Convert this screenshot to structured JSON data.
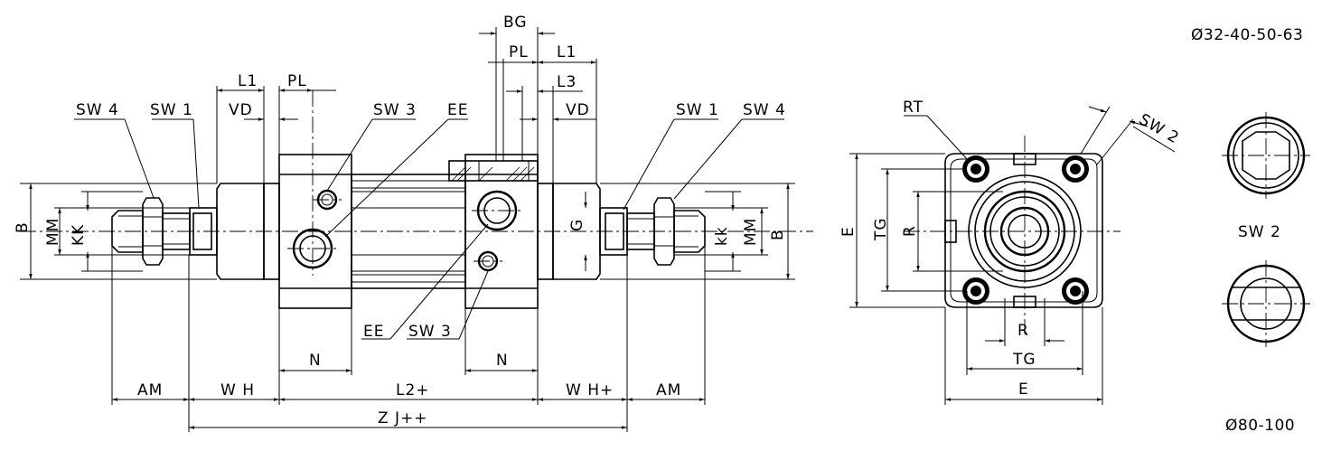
{
  "bore_sizes_top": "Ø32-40-50-63",
  "bore_sizes_bottom": "Ø80-100",
  "side_view": {
    "labels": {
      "BG": "BG",
      "PL_top": "PL",
      "L1_top": "L1",
      "L3": "L3",
      "VD_right": "VD",
      "L1_left": "L1",
      "PL_left": "PL",
      "VD_left": "VD",
      "SW4_left": "SW 4",
      "SW1_left": "SW 1",
      "SW3_top": "SW 3",
      "EE_top": "EE",
      "SW1_right": "SW 1",
      "SW4_right": "SW 4",
      "B_left": "B",
      "MM_left": "MM",
      "KK_left": "KK",
      "G": "G",
      "kk_right": "kk",
      "MM_right": "MM",
      "B_right": "B",
      "EE_bottom": "EE",
      "SW3_bottom": "SW 3",
      "N_left": "N",
      "N_right": "N",
      "AM_left": "AM",
      "WH_left": "W H",
      "L2": "L2+",
      "WH_right": "W H+",
      "AM_right": "AM",
      "ZJ": "Z J++"
    }
  },
  "front_view": {
    "labels": {
      "RT": "RT",
      "SW2": "SW 2",
      "E_side": "E",
      "TG_side": "TG",
      "R_side": "R",
      "R_bottom": "R",
      "TG_bottom": "TG",
      "E_bottom": "E"
    }
  },
  "detail_view": {
    "label": "SW 2"
  }
}
